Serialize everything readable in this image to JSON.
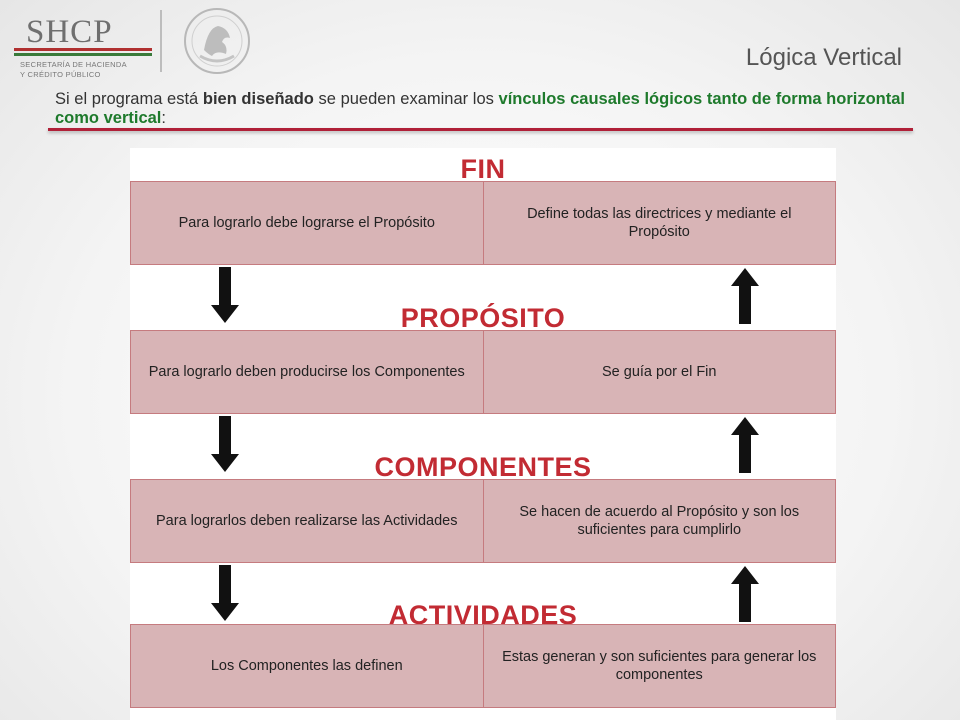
{
  "header": {
    "logo_text": "SHCP",
    "logo_sub1": "SECRETARÍA DE HACIENDA",
    "logo_sub2": "Y CRÉDITO PÚBLICO",
    "seal_icon": "mexico-national-seal-icon",
    "title": "Lógica Vertical"
  },
  "intro": {
    "part1": "Si el programa está ",
    "bold": "bien diseñado",
    "part2": " se pueden examinar los ",
    "highlight": "vínculos causales lógicos tanto de forma horizontal como vertical",
    "part3": ":"
  },
  "colors": {
    "level_title": "#c22b33",
    "row_fill": "#d8b4b6",
    "row_border": "#c57b7f",
    "highlight_text": "#1e7a2c",
    "rule": "#b02038"
  },
  "levels": [
    {
      "title": "FIN",
      "left": "Para lograrlo debe lograrse el Propósito",
      "right": "Define todas las directrices y mediante el Propósito"
    },
    {
      "title": "PROPÓSITO",
      "left": "Para lograrlo deben producirse los Componentes",
      "right": "Se guía por el Fin"
    },
    {
      "title": "COMPONENTES",
      "left": "Para lograrlos deben realizarse las Actividades",
      "right": "Se hacen de acuerdo al Propósito y son los suficientes para cumplirlo"
    },
    {
      "title": "ACTIVIDADES",
      "left": "Los Componentes las definen",
      "right": "Estas generan y son suficientes para generar los componentes"
    }
  ],
  "arrows": {
    "left": "arrow-down-icon",
    "right": "arrow-up-icon"
  }
}
